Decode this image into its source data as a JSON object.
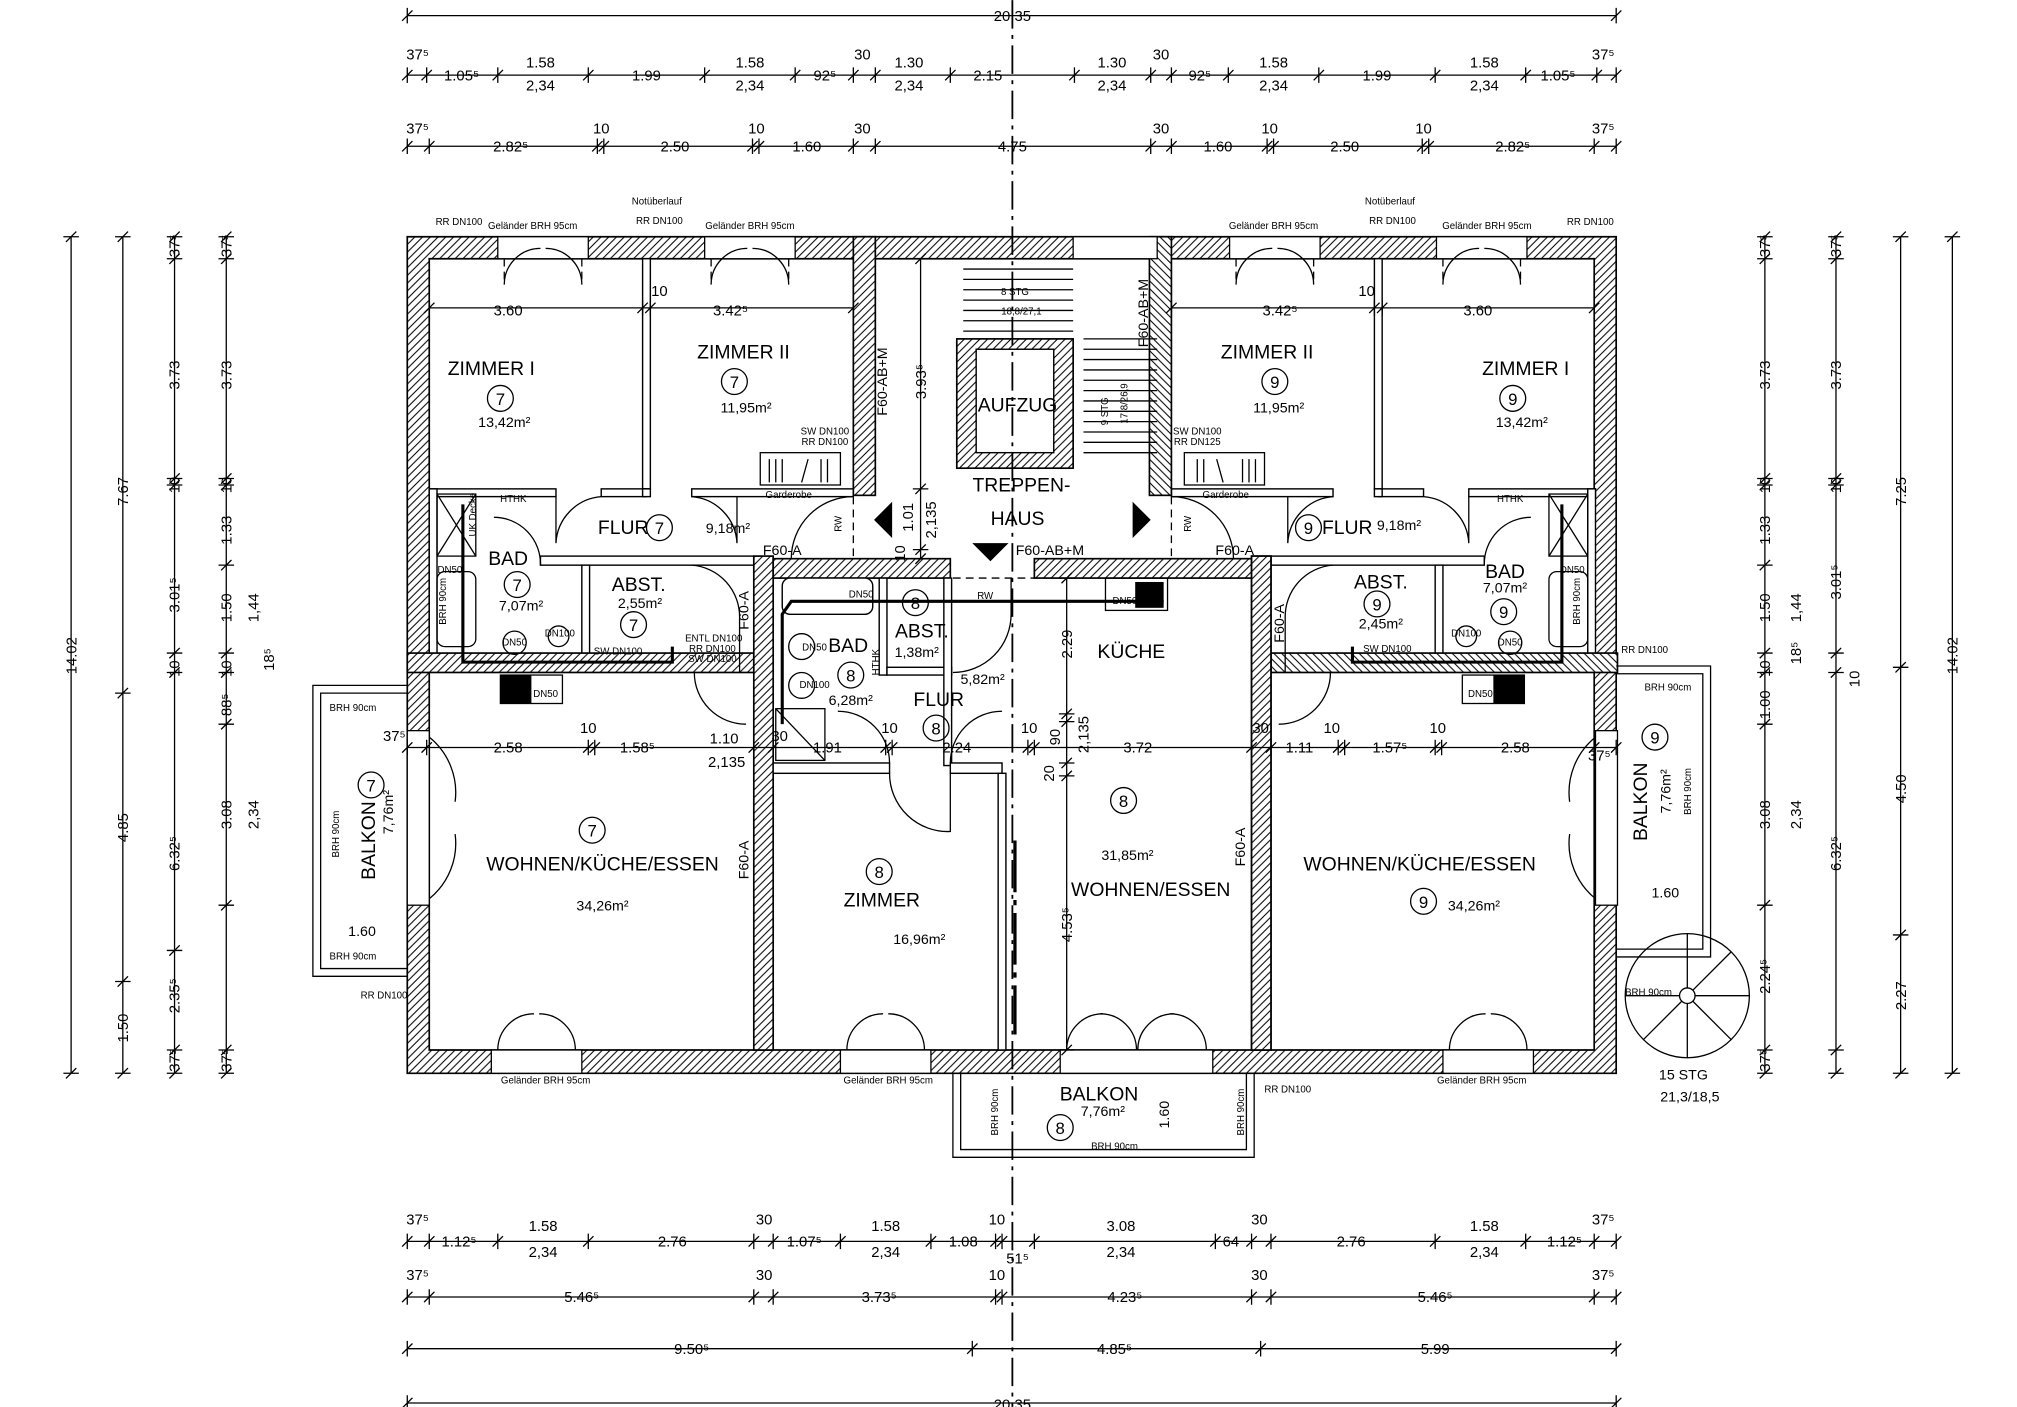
{
  "plan": {
    "rooms": [
      {
        "name": "ZIMMER I",
        "unit": "7",
        "area": "13,42m²"
      },
      {
        "name": "ZIMMER II",
        "unit": "7",
        "area": "11,95m²"
      },
      {
        "name": "FLUR",
        "unit": "7",
        "area": "9,18m²"
      },
      {
        "name": "BAD",
        "unit": "7",
        "area": "7,07m²"
      },
      {
        "name": "ABST.",
        "unit": "7",
        "area": "2,55m²"
      },
      {
        "name": "WOHNEN/KÜCHE/ESSEN",
        "unit": "7",
        "area": "34,26m²"
      },
      {
        "name": "BALKON",
        "unit": "7",
        "area": "7,76m²"
      },
      {
        "name": "BAD",
        "unit": "8",
        "area": "6,28m²"
      },
      {
        "name": "ABST.",
        "unit": "8",
        "area": "1,38m²"
      },
      {
        "name": "FLUR",
        "unit": "8",
        "area": "5,82m²"
      },
      {
        "name": "KÜCHE"
      },
      {
        "name": "WOHNEN/ESSEN",
        "unit": "8",
        "area": "31,85m²"
      },
      {
        "name": "ZIMMER",
        "unit": "8",
        "area": "16,96m²"
      },
      {
        "name": "BALKON",
        "unit": "8",
        "area": "7,76m²"
      },
      {
        "name": "ZIMMER II",
        "unit": "9",
        "area": "11,95m²"
      },
      {
        "name": "ZIMMER I",
        "unit": "9",
        "area": "13,42m²"
      },
      {
        "name": "FLUR",
        "unit": "9",
        "area": "9,18m²"
      },
      {
        "name": "BAD",
        "unit": "9",
        "area": "7,07m²"
      },
      {
        "name": "ABST.",
        "unit": "9",
        "area": "2,45m²"
      },
      {
        "name": "WOHNEN/KÜCHE/ESSEN",
        "unit": "9",
        "area": "34,26m²"
      },
      {
        "name": "BALKON",
        "unit": "9",
        "area": "7,76m²"
      }
    ],
    "core": {
      "stair_label_1": "TREPPEN-",
      "stair_label_2": "HAUS",
      "elevator": "AUFZUG",
      "stair_a_steps": "8 STG",
      "stair_a_ratio": "18,8/27,1",
      "stair_b_steps": "9 STG",
      "stair_b_ratio": "17,8/26,9",
      "spiral_steps": "15 STG",
      "spiral_ratio": "21,3/18,5"
    },
    "notes": {
      "rr_dn100": "RR DN100",
      "rr_dn125": "RR DN125",
      "sw_dn100": "SW DN100",
      "entl_dn100": "ENTL DN100",
      "railing": "Geländer BRH 95cm",
      "overflow": "Notüberlauf",
      "brh90": "BRH 90cm",
      "f60_abm": "F60-AB+M",
      "f60_a": "F60-A",
      "rw": "RW",
      "wardrobe": "Garderobe",
      "hthk": "HTHK",
      "dn50": "DN50",
      "dn100": "DN100",
      "uk_decke": "UK Decke",
      "balcony_width": "1.60"
    },
    "dims": {
      "top_total": "20.35",
      "top1": [
        "37⁵",
        "1.05⁵",
        "1.58",
        "2,34",
        "1.99",
        "1.58",
        "2,34",
        "92⁵",
        "30",
        "1.30",
        "2,34",
        "2.15",
        "1.30",
        "2,34",
        "30",
        "92⁵",
        "1.58",
        "2,34",
        "1.99",
        "1.58",
        "2,34",
        "1.05⁵",
        "37⁵"
      ],
      "top2": [
        "37⁵",
        "2.82⁵",
        "10",
        "2.50",
        "10",
        "1.60",
        "30",
        "4.75",
        "30",
        "1.60",
        "10",
        "2.50",
        "10",
        "2.82⁵",
        "37⁵"
      ],
      "bot1": [
        "37⁵",
        "1.12⁵",
        "1.58",
        "2,34",
        "2.76",
        "30",
        "1.07⁵",
        "1.58",
        "2,34",
        "1.08",
        "10",
        "51⁵",
        "3.08",
        "2,34",
        "64",
        "30",
        "2.76",
        "1.58",
        "2,34",
        "1.12⁵",
        "37⁵"
      ],
      "bot2": [
        "37⁵",
        "5.46⁵",
        "30",
        "3.73⁵",
        "10",
        "4.23⁵",
        "30",
        "5.46⁵",
        "37⁵"
      ],
      "bot3": [
        "9.50⁵",
        "4.85⁵",
        "5.99"
      ],
      "bot_total": "20.35",
      "left1": [
        "14.02"
      ],
      "left2": [
        "7.67",
        "4.85",
        "1.50"
      ],
      "left3": [
        "37⁵",
        "3.73",
        "10",
        "3.01⁵",
        "10",
        "6.32⁵",
        "2.35⁵",
        "37⁵"
      ],
      "left4": [
        "37⁵",
        "3.73",
        "10",
        "1.33",
        "1.50",
        "10",
        "88⁵",
        "3.08",
        "37⁵"
      ],
      "left5": [
        "1,44",
        "2,34",
        "18⁵"
      ],
      "right1": [
        "37⁵",
        "3.73",
        "10",
        "1.33",
        "1.50",
        "10",
        "1.00",
        "3.08",
        "2.24⁵",
        "37⁵"
      ],
      "right2": [
        "1,44",
        "18⁵",
        "2,34"
      ],
      "right3": [
        "37⁵",
        "3.73",
        "10",
        "3.01⁵",
        "10",
        "6.32⁵"
      ],
      "right4": [
        "7.25",
        "4.50",
        "2.27"
      ],
      "right5": [
        "14.02"
      ],
      "inner_h": [
        "2.58",
        "10",
        "1.58⁵",
        "1.10",
        "2,135",
        "30",
        "1.91",
        "10",
        "2.24",
        "10",
        "3.72",
        "30",
        "1.11",
        "10",
        "1.57⁵",
        "10",
        "2.58",
        "37⁵",
        "37⁵"
      ],
      "inner_v": [
        "2.29",
        "90",
        "2,135",
        "20",
        "4.53⁵",
        "3.93⁵",
        "1.01",
        "2,135",
        "10"
      ],
      "room_top": [
        "3.60",
        "10",
        "3.42⁵",
        "3.42⁵",
        "10",
        "3.60"
      ]
    }
  }
}
